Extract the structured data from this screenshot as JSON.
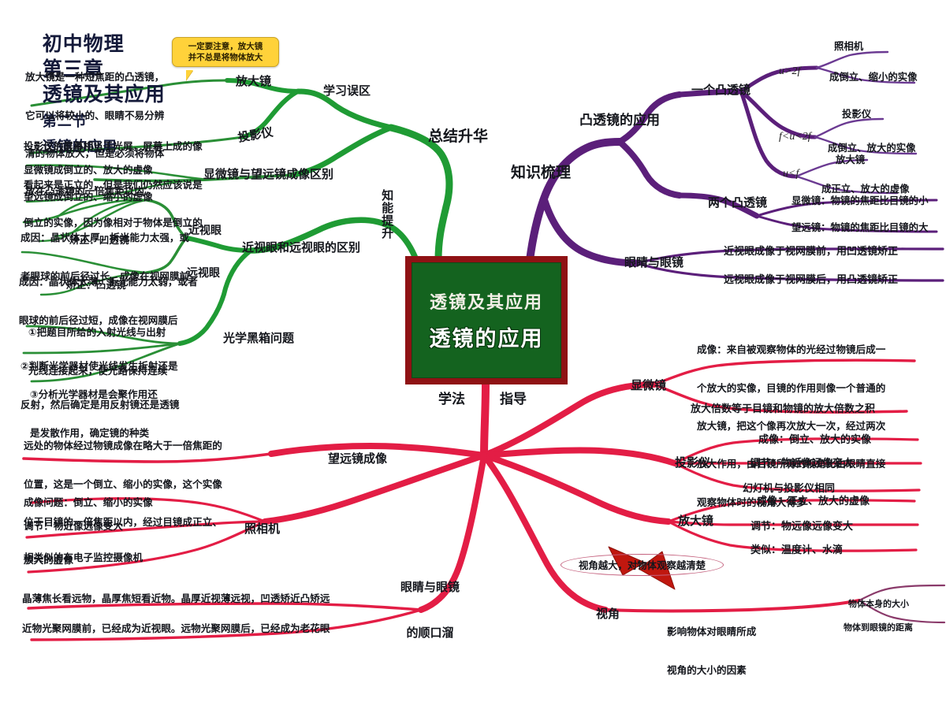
{
  "header": {
    "subject": "初中物理",
    "chapter": "第三章",
    "chapter_title": "透镜及其应用",
    "section": "第二节",
    "section_title": "透镜的应用"
  },
  "colors": {
    "green_branch": "#1f9b34",
    "green_dark": "#1d7a2b",
    "purple_branch": "#5b1f7a",
    "pink_branch": "#e31d45",
    "center_border": "#8f1214",
    "center_fill": "#14631f",
    "callout_fill": "#ffd23a",
    "arrow_red": "#c0170f"
  },
  "center": {
    "line1": "透镜及其应用",
    "line2": "透镜的应用",
    "bottom_left": "学法",
    "bottom_right": "指导"
  },
  "callout": {
    "line1": "一定要注意，放大镜",
    "line2": "并不总是将物体放大"
  },
  "green_branch": {
    "root": "总结升华",
    "vertical": "知能提升",
    "topics": [
      {
        "label": "放大镜",
        "details": [
          "放大镜是一种短焦距的凸透镜，",
          "它可以将较小的、眼睛不易分辨",
          "清的物体放大，但是必须将物体",
          "放在凸透镜的一倍焦距以内"
        ]
      },
      {
        "label": "投影仪",
        "details": [
          "投影仪的屏幕相当于光屏，屏幕上成的像",
          "看起来是正立的，但是我们仍然应该说是",
          "倒立的实像，因为像相对于物体是倒立的"
        ]
      },
      {
        "label": "学习误区",
        "details": []
      },
      {
        "label": "显微镜与望远镜成像区别",
        "details": [
          "显微镜成倒立的、放大的虚像",
          "望远镜成倒立的、缩小的虚像"
        ]
      }
    ],
    "eyes": {
      "label": "近视眼和远视眼的区别",
      "myopia": {
        "label": "近视眼",
        "cause": [
          "成因：晶状体太厚，折光能力太强，或",
          "者眼球的前后径过长，成像在视网膜前"
        ],
        "fix": "矫正：凹透镜"
      },
      "hyperopia": {
        "label": "远视眼",
        "cause": [
          "成因：晶状体太薄，折光能力太弱，或者",
          "眼球的前后径过短，成像在视网膜后"
        ],
        "fix": "矫正：凸透镜"
      }
    },
    "blackbox": {
      "label": "光学黑箱问题",
      "items": [
        [
          "①把题目所给的入射光线与出射",
          "光线连接起来，使光路保持连续"
        ],
        [
          "②判断光学器材使光线发生折射还是",
          "反射，然后确定是用反射镜还是透镜"
        ],
        [
          "③分析光学器材是会聚作用还",
          "是发散作用，确定镜的种类"
        ]
      ]
    }
  },
  "purple_branch": {
    "root": "知识梳理",
    "topic": "凸透镜的应用",
    "one_lens": {
      "label": "一个凸透镜",
      "cases": [
        {
          "cond": "u>2f",
          "device": "照相机",
          "image": "成倒立、缩小的实像"
        },
        {
          "cond": "f<u<2f",
          "device": "投影仪",
          "image": "成倒立、放大的实像"
        },
        {
          "cond": "u<f",
          "device": "放大镜",
          "image": "成正立、放大的虚像"
        }
      ]
    },
    "two_lens": {
      "label": "两个凸透镜",
      "items": [
        "显微镜：物镜的焦距比目镜的小",
        "望远镜：物镜的焦距比目镜的大"
      ]
    },
    "eye_glasses": {
      "label": "眼睛与眼镜",
      "items": [
        "近视眼成像于视网膜前，用凹透镜矫正",
        "远视眼成像于视网膜后，用凸透镜矫正"
      ]
    }
  },
  "pink_branch": {
    "microscope": {
      "label": "显微镜",
      "imaging": [
        "成像：来自被观察物体的光经过物镜后成一",
        "个放大的实像，目镜的作用则像一个普通的",
        "放大镜，把这个像再次放大一次，经过两次",
        "放大作用，由目镜所得的视角比由眼睛直接",
        "观察物体时的视角大得多"
      ],
      "magnification": "放大倍数等于目镜和物镜的放大倍数之积"
    },
    "projector": {
      "label": "投影仪",
      "items": [
        "成像：倒立、放大的实像",
        "调节：物近像远像变大",
        "幻灯机与投影仪相同"
      ]
    },
    "magnifier": {
      "label": "放大镜",
      "items": [
        "成像：正立、放大的虚像",
        "调节：物远像远像变大",
        "类似：温度计、水滴"
      ]
    },
    "view_angle": {
      "label": "视角",
      "note": "视角越大，对物体观察越清楚",
      "factor_title": [
        "影响物体对眼睛所成",
        "视角的大小的因素"
      ],
      "factors": [
        "物体本身的大小",
        "物体到眼镜的距离"
      ]
    },
    "telescope": {
      "label": "望远镜成像",
      "details": [
        "远处的物体经过物镜成像在略大于一倍焦距的",
        "位置，这是一个倒立、缩小的实像，这个实像",
        "位于目镜的一倍焦距以内，经过目镜成正立、",
        "放大的虚像"
      ]
    },
    "camera": {
      "label": "照相机",
      "items": [
        "成像问题：倒立、缩小的实像",
        "调节：物近像远像变大",
        "相类似的有电子监控摄像机"
      ]
    },
    "rhyme": {
      "label": [
        "眼睛与眼镜",
        "的顺口溜"
      ],
      "items": [
        "晶薄焦长看远物，晶厚焦短看近物。晶厚近视薄远视，凹透矫近凸矫远",
        "近物光聚网膜前，已经成为近视眼。远物光聚网膜后，已经成为老花眼"
      ]
    }
  }
}
